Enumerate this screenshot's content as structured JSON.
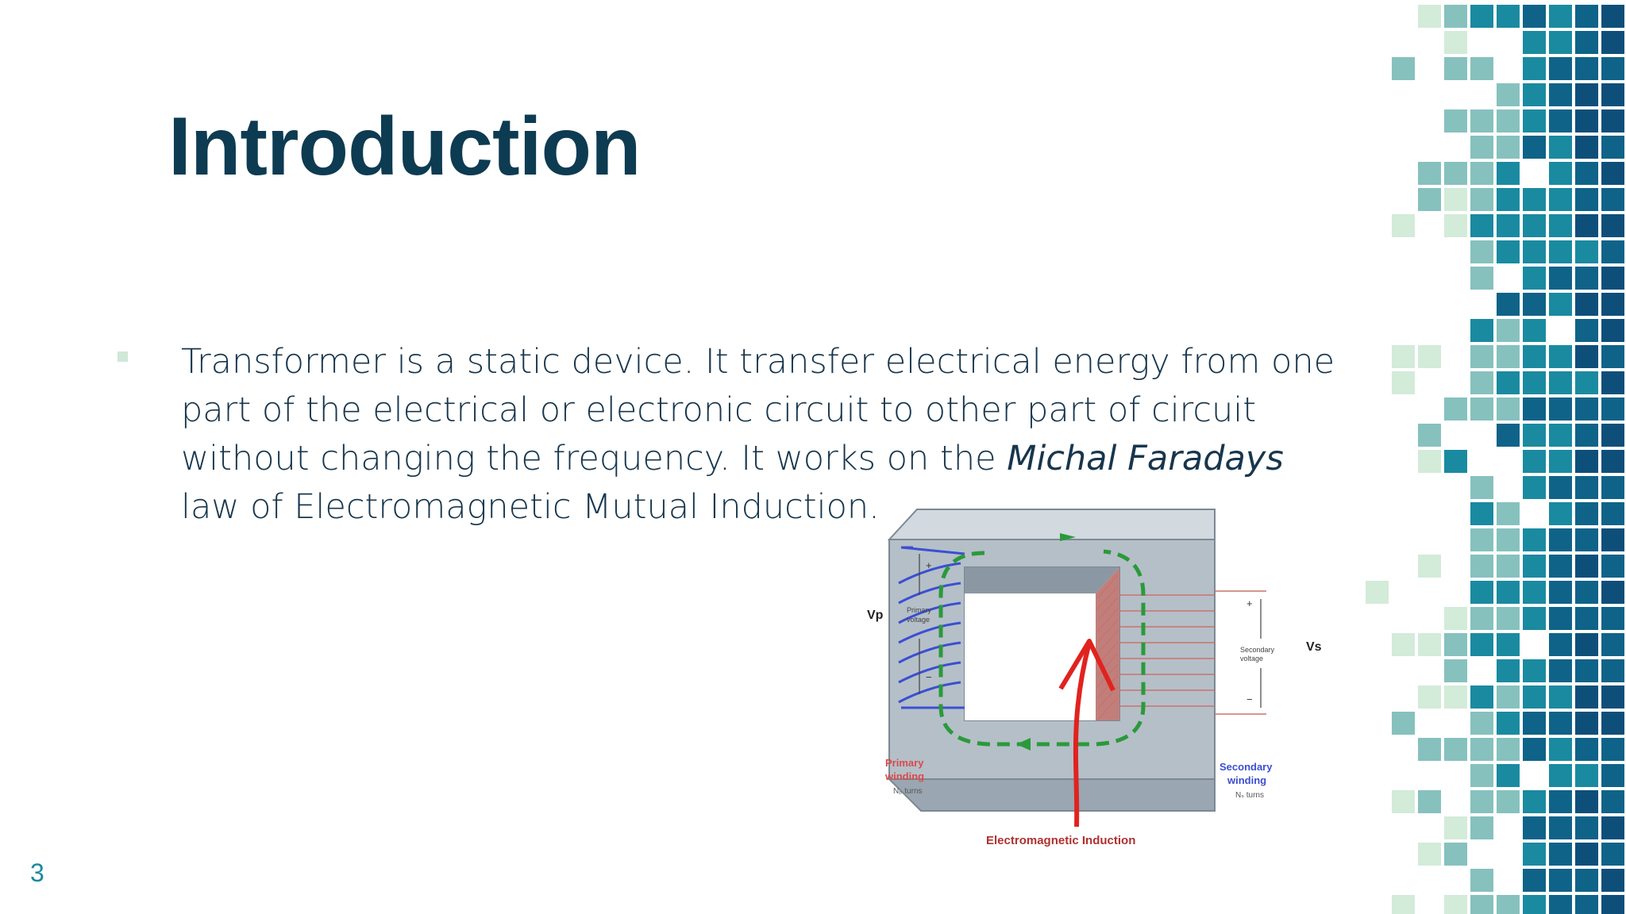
{
  "slide": {
    "title": "Introduction",
    "page_number": "3",
    "bullet": {
      "part1": "Transformer is a static device. It transfer electrical energy from one part of the electrical or electronic circuit to other part of circuit without changing the frequency. It works on the ",
      "emphasis": "Michal Faradays",
      "part2": " law of Electromagnetic Mutual Induction."
    }
  },
  "diagram": {
    "vp": "Vp",
    "primary_voltage_1": "Primary",
    "primary_voltage_2": "voltage",
    "vs": "Vs",
    "secondary_voltage_1": "Secondary",
    "secondary_voltage_2": "voltage",
    "plus": "+",
    "minus": "−",
    "primary_winding_1": "Primary",
    "primary_winding_2": "winding",
    "primary_turns": "Nₚ turns",
    "secondary_winding_1": "Secondary",
    "secondary_winding_2": "winding",
    "secondary_turns": "Nₛ turns",
    "caption": "Electromagnetic Induction"
  },
  "colors": {
    "title": "#0d3b52",
    "body_text": "#17364d",
    "accent": "#1a8aa0",
    "pattern": [
      "#d3ebd9",
      "#86c1be",
      "#1a8aa0",
      "#0f6388",
      "#0e4f7a"
    ]
  }
}
